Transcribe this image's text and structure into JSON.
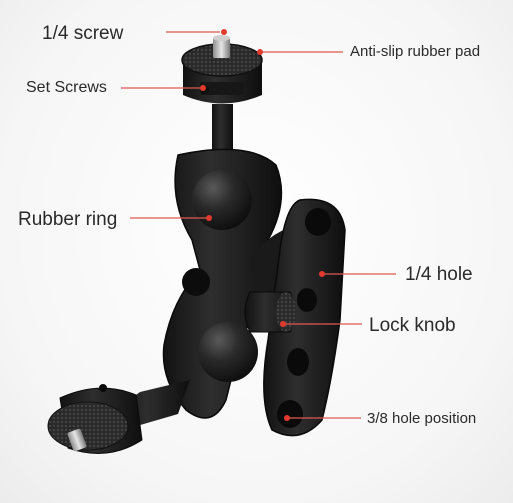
{
  "callouts": {
    "screw": "1/4 screw",
    "pad": "Anti-slip rubber pad",
    "set_screws": "Set Screws",
    "ring": "Rubber ring",
    "hole_14": "1/4 hole",
    "knob": "Lock knob",
    "hole_38": "3/8 hole position"
  },
  "colors": {
    "leader": "#e05a50",
    "dot": "#e23a2e",
    "metal": "#1b1b1b",
    "label": "#2a2a2a"
  }
}
